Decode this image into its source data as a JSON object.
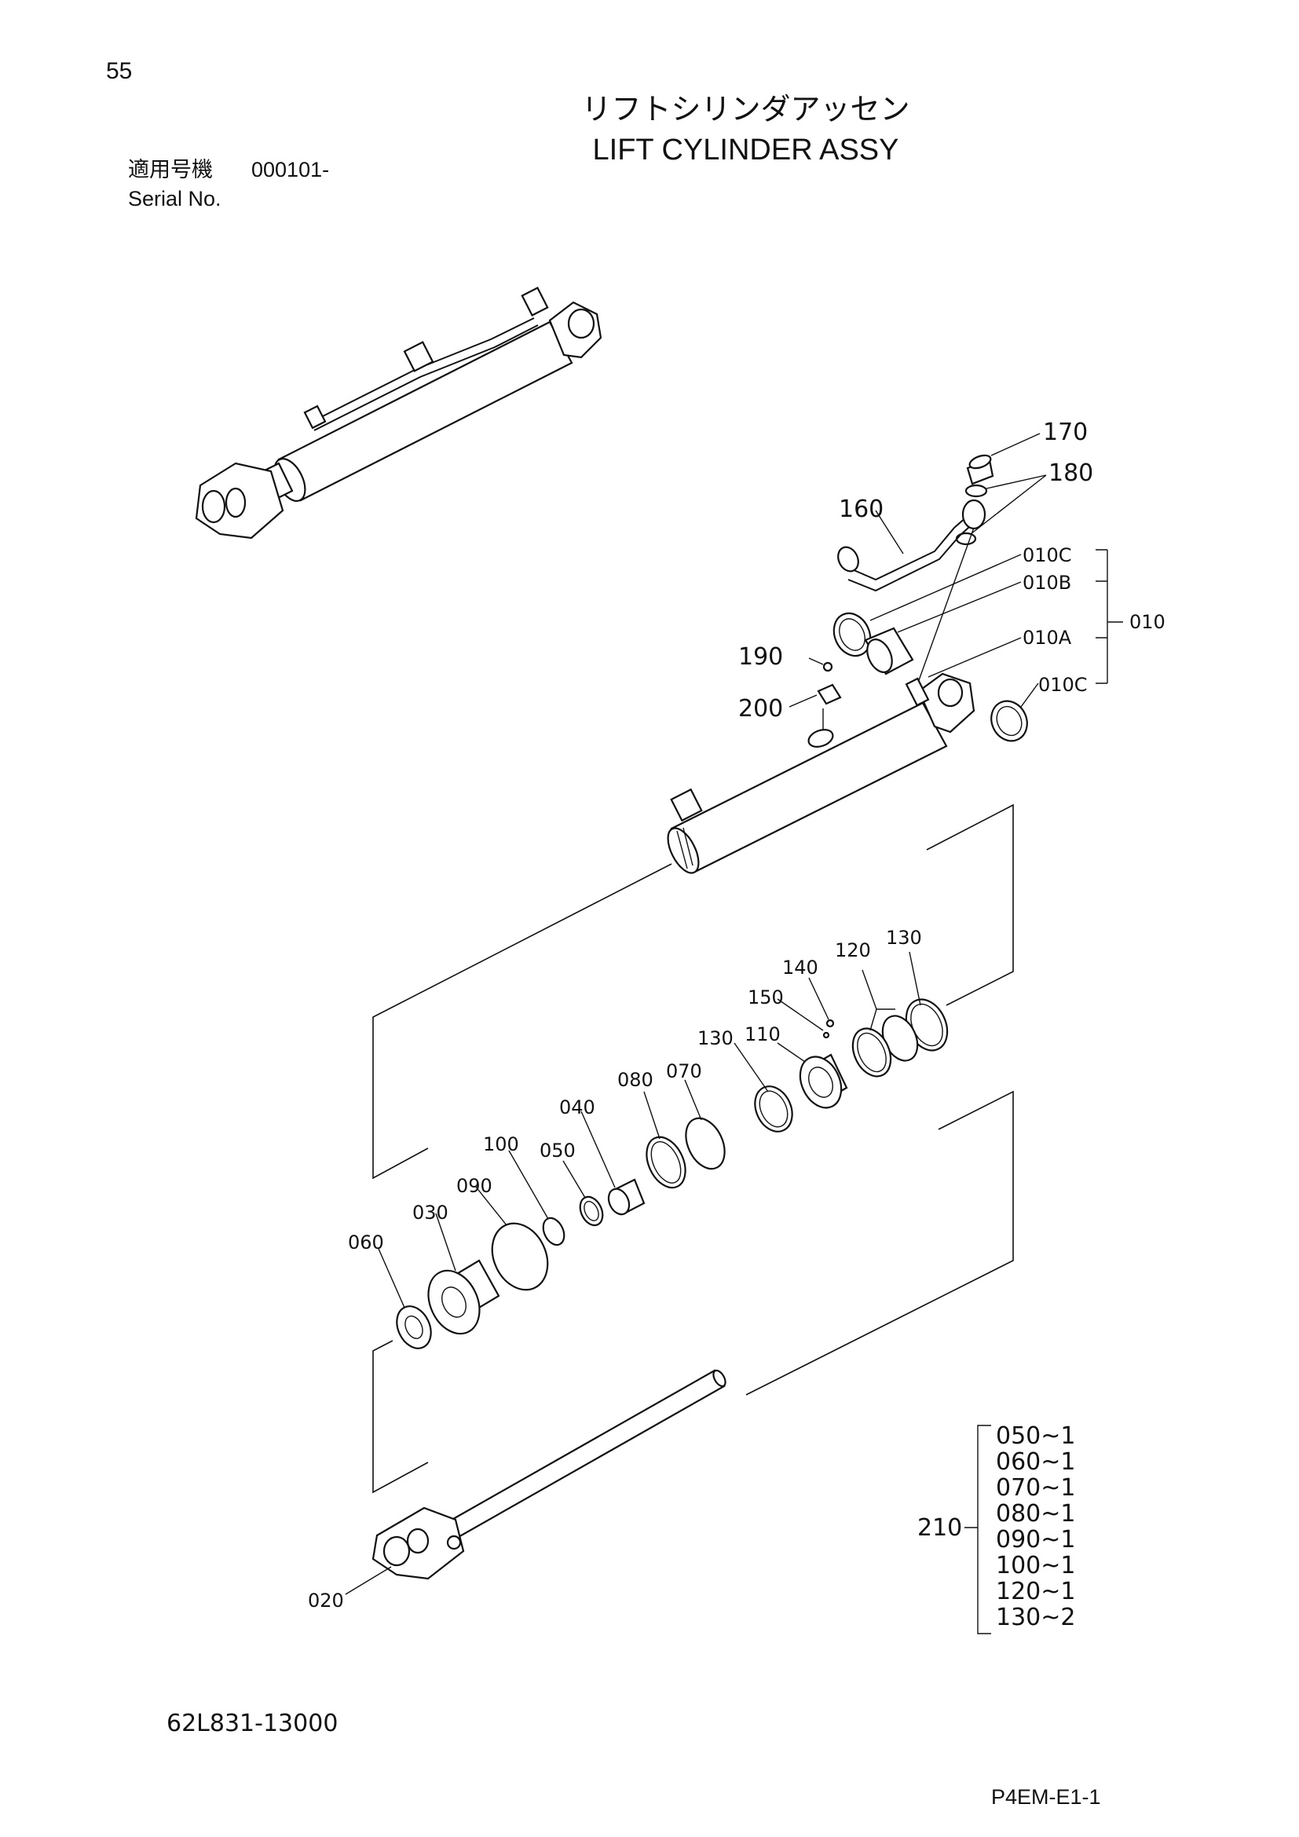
{
  "page_number": "55",
  "title_jp": "リフトシリンダアッセン",
  "title_en": "LIFT CYLINDER ASSY",
  "serial": {
    "label_jp": "適用号機",
    "value": "000101-",
    "label_en": "Serial No."
  },
  "part_labels": {
    "p170": "170",
    "p180": "180",
    "p160": "160",
    "p010C_top": "010C",
    "p010B": "010B",
    "p010": "010",
    "p010A": "010A",
    "p010C_bottom": "010C",
    "p190": "190",
    "p200": "200",
    "p140": "140",
    "p120": "120",
    "p130_right": "130",
    "p150": "150",
    "p130_left": "130",
    "p110": "110",
    "p080": "080",
    "p070": "070",
    "p040": "040",
    "p100": "100",
    "p050": "050",
    "p090": "090",
    "p030": "030",
    "p060": "060",
    "p020": "020"
  },
  "kit": {
    "label": "210",
    "items": [
      "050~1",
      "060~1",
      "070~1",
      "080~1",
      "090~1",
      "100~1",
      "120~1",
      "130~2"
    ]
  },
  "drawing_number": "62L831-13000",
  "page_code": "P4EM-E1-1"
}
